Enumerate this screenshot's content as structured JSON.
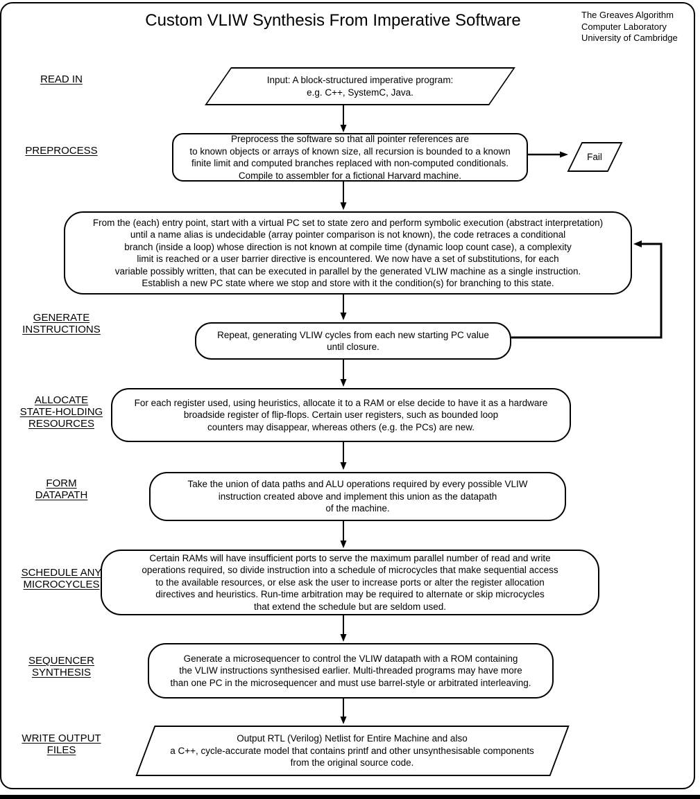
{
  "colors": {
    "ink": "#000000",
    "paper": "#ffffff"
  },
  "title": "Custom VLIW Synthesis From Imperative Software",
  "credit": {
    "lines": [
      "The Greaves Algorithm",
      "Computer Laboratory",
      "University of Cambridge"
    ]
  },
  "stages": {
    "read_in": {
      "lines": [
        "READ IN"
      ]
    },
    "preprocess": {
      "lines": [
        "PREPROCESS"
      ]
    },
    "generate_instructions": {
      "lines": [
        "GENERATE",
        "INSTRUCTIONS"
      ]
    },
    "allocate": {
      "lines": [
        "ALLOCATE",
        "STATE-HOLDING",
        "RESOURCES"
      ]
    },
    "form_datapath": {
      "lines": [
        "FORM",
        "DATAPATH"
      ]
    },
    "schedule": {
      "lines": [
        "SCHEDULE ANY",
        "MICROCYCLES"
      ]
    },
    "sequencer": {
      "lines": [
        "SEQUENCER",
        "SYNTHESIS"
      ]
    },
    "write_output": {
      "lines": [
        "WRITE OUTPUT",
        "FILES"
      ]
    }
  },
  "nodes": {
    "input": {
      "shape": "parallelogram",
      "lines": [
        "Input: A block-structured imperative program:",
        "e.g. C++, SystemC, Java."
      ]
    },
    "preprocess": {
      "shape": "rounded-box",
      "lines": [
        "Preprocess the software so that all pointer references are",
        "to known objects or arrays of known size, all recursion is bounded to a known",
        "finite limit and computed branches replaced with non-computed conditionals.",
        "Compile to assembler for a fictional Harvard machine."
      ]
    },
    "fail": {
      "shape": "parallelogram",
      "lines": [
        "Fail"
      ]
    },
    "symbolic_execution": {
      "shape": "rounded-box",
      "lines": [
        "From the (each) entry point, start with a virtual PC set to state zero and perform symbolic execution (abstract interpretation)",
        "until a name alias is undecidable (array pointer comparison is not known), the code retraces a conditional",
        "branch (inside a loop) whose direction is not known at compile time (dynamic loop count case), a complexity",
        "limit is reached or a user barrier directive is encountered.  We now have a set of substitutions, for each",
        "variable possibly written, that can be executed in parallel by the generated VLIW machine as a single instruction.",
        "Establish a new PC state where we stop and store with it the condition(s) for branching to this state."
      ]
    },
    "repeat": {
      "shape": "rounded-box",
      "lines": [
        "Repeat, generating VLIW cycles from each new starting PC value",
        "until closure."
      ]
    },
    "allocate_resources": {
      "shape": "rounded-box",
      "lines": [
        "For each register used, using heuristics, allocate it to a RAM or else decide to have it as a hardware",
        "broadside register of flip-flops. Certain user registers, such as bounded loop",
        "counters may disappear, whereas others (e.g. the PCs) are new."
      ]
    },
    "form_datapath": {
      "shape": "rounded-box",
      "lines": [
        "Take the union of data paths and ALU operations required by every possible VLIW",
        "instruction created above and implement this union as the datapath",
        "of the machine."
      ]
    },
    "schedule_microcycles": {
      "shape": "rounded-box",
      "lines": [
        "Certain RAMs will have insufficient ports to serve the maximum parallel number of read and write",
        "operations required, so divide instruction into a schedule of microcycles that make sequential access",
        "to the available resources, or else ask the user to increase ports or alter the register allocation",
        "directives and heuristics.  Run-time arbitration may be required to alternate or skip microcycles",
        "that extend the schedule but are seldom used."
      ]
    },
    "sequencer_synthesis": {
      "shape": "rounded-box",
      "lines": [
        "Generate a microsequencer to control the VLIW datapath with a ROM containing",
        "the VLIW instructions synthesised earlier.  Multi-threaded programs may have more",
        "than one PC in the microsequencer and must use barrel-style  or arbitrated interleaving."
      ]
    },
    "output_files": {
      "shape": "parallelogram",
      "lines": [
        "Output RTL (Verilog) Netlist for Entire Machine and also",
        "a C++, cycle-accurate  model that contains printf and other unsynthesisable components",
        "from the original source code."
      ]
    }
  }
}
